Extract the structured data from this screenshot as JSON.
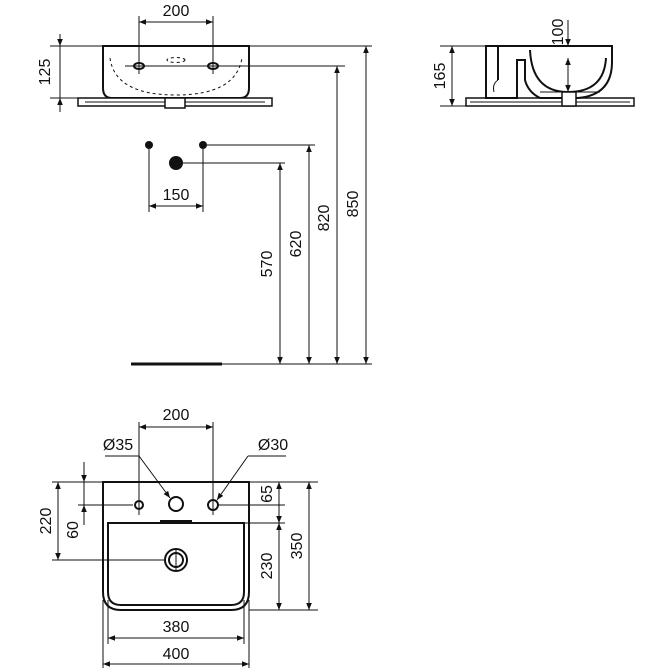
{
  "diagram": {
    "front_view": {
      "tap_spacing": "200",
      "basin_height": "125",
      "pipe_height_570": "570",
      "pipe_height_620": "620",
      "pipe_height_820": "820",
      "pipe_height_850": "850",
      "pipe_spacing": "150"
    },
    "side_view": {
      "overall_height": "165",
      "bowl_depth": "100"
    },
    "top_view": {
      "tap_spacing": "200",
      "hole_diameter_left": "Ø35",
      "hole_diameter_right": "Ø30",
      "overall_depth_left": "220",
      "hole_offset": "60",
      "hole_row": "65",
      "bowl_depth": "230",
      "overall_depth": "350",
      "inner_width": "380",
      "overall_width": "400"
    }
  }
}
